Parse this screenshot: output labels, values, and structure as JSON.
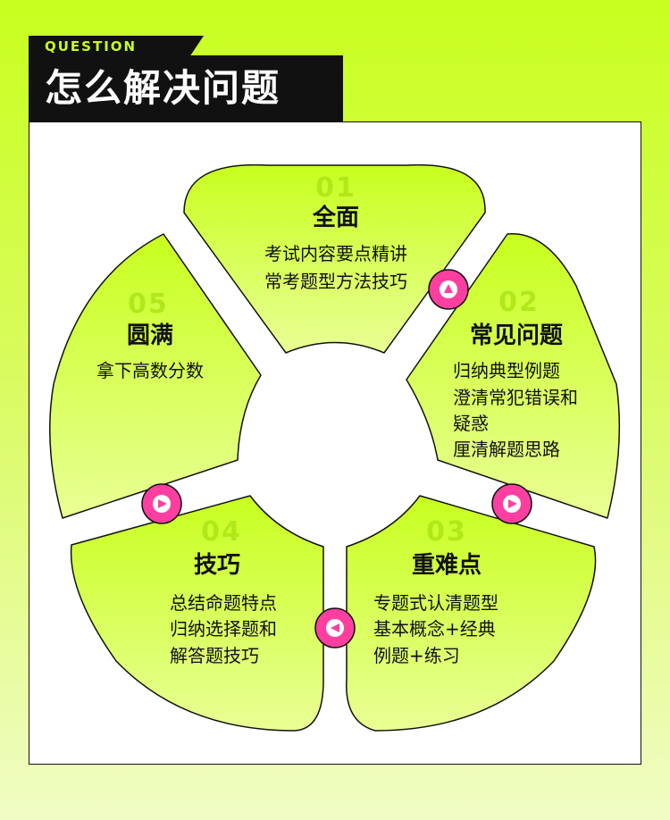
{
  "header": {
    "subtitle": "QUESTION",
    "title": "怎么解决问题"
  },
  "colors": {
    "accent": "#c8ff1e",
    "petal_top": "#c8ff1e",
    "petal_bottom": "#e9ff95",
    "badge": "#ff3fa0",
    "ink": "#111111"
  },
  "sections": [
    {
      "number": "01",
      "title": "全面",
      "lines": [
        "考试内容要点精讲",
        "常考题型方法技巧"
      ]
    },
    {
      "number": "02",
      "title": "常见问题",
      "lines": [
        "归纳典型例题",
        "澄清常犯错误和",
        "疑惑",
        "厘清解题思路"
      ]
    },
    {
      "number": "03",
      "title": "重难点",
      "lines": [
        "专题式认清题型",
        "基本概念+经典",
        "例题+练习"
      ]
    },
    {
      "number": "04",
      "title": "技巧",
      "lines": [
        "总结命题特点",
        "归纳选择题和",
        "解答题技巧"
      ]
    },
    {
      "number": "05",
      "title": "圆满",
      "lines": [
        "拿下高数分数"
      ]
    }
  ],
  "badges": [
    {
      "name": "badge-up",
      "icon": "play-up-icon"
    },
    {
      "name": "badge-right-1",
      "icon": "play-right-icon"
    },
    {
      "name": "badge-left",
      "icon": "play-left-icon"
    },
    {
      "name": "badge-right-2",
      "icon": "play-right-icon"
    }
  ]
}
